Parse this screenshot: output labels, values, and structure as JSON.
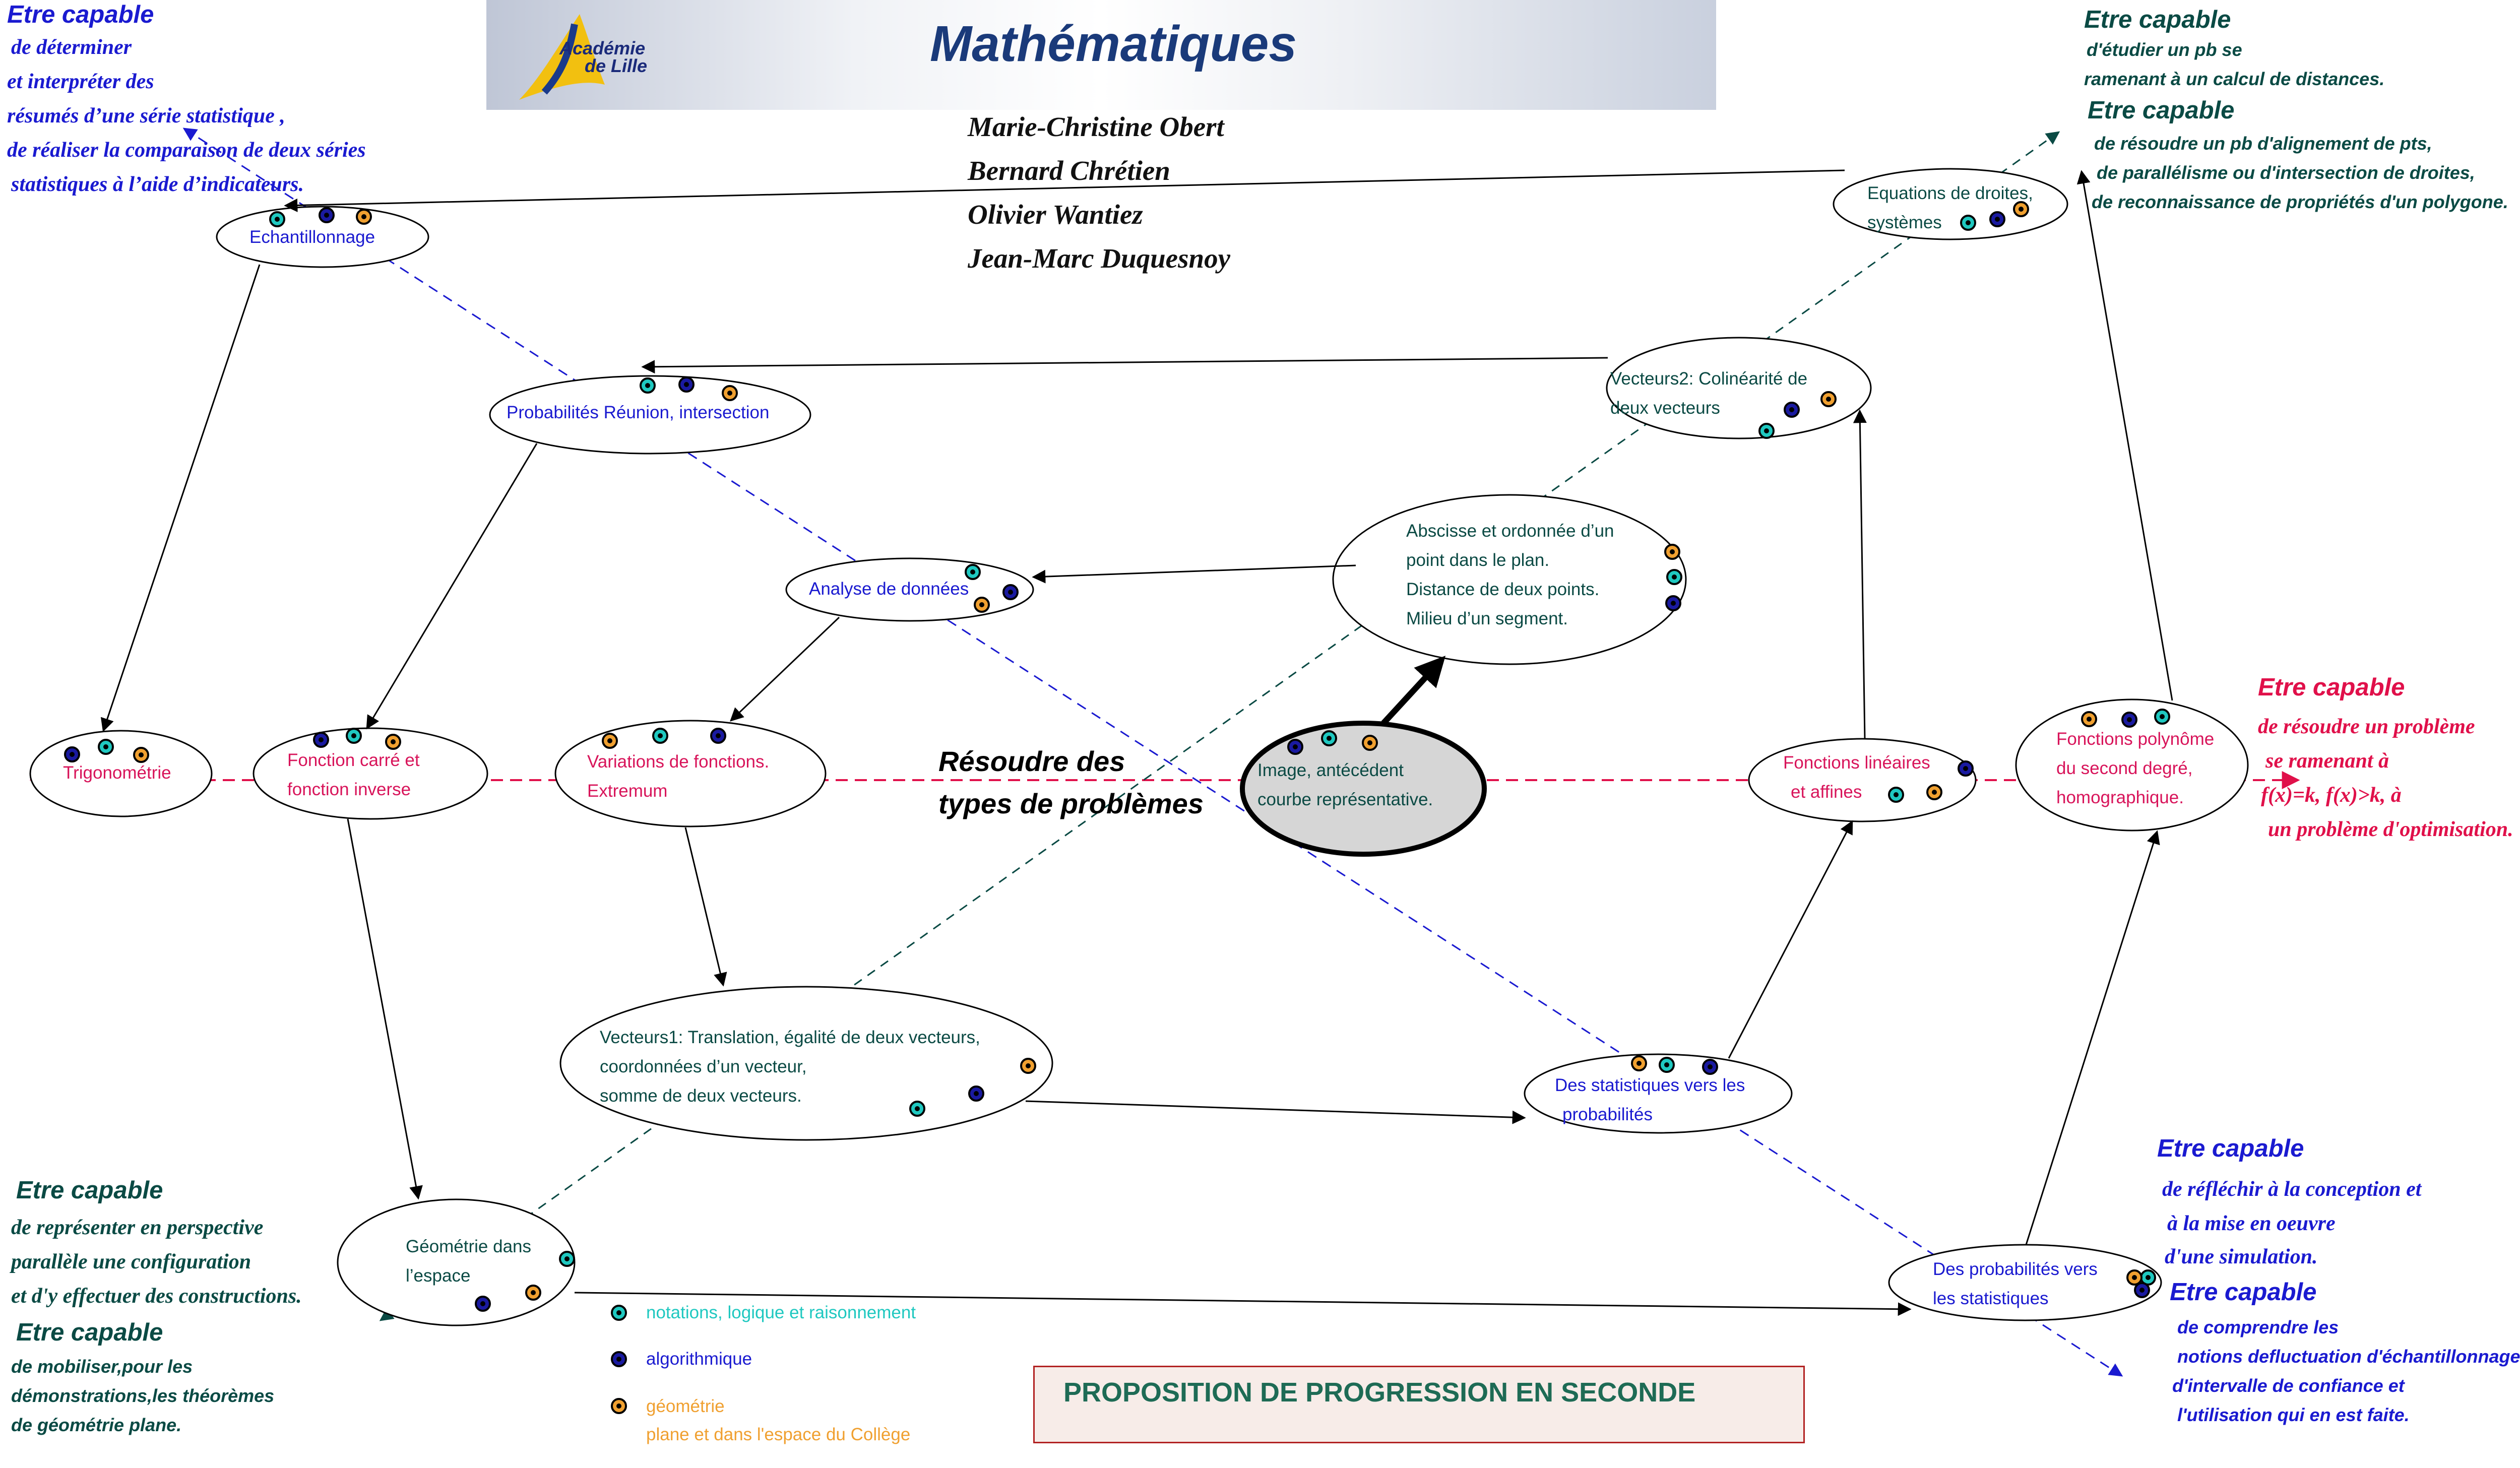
{
  "header": {
    "logo_text": "Académie de Lille",
    "title": "Mathématiques"
  },
  "authors": [
    "Marie-Christine Obert",
    "Bernard Chrétien",
    "Olivier Wantiez",
    "Jean-Marc Duquesnoy"
  ],
  "center_label": [
    "Résoudre des",
    "types de problèmes"
  ],
  "nodes": {
    "echantillonnage": [
      "Echantillonnage"
    ],
    "probabilites": [
      "Probabilités Réunion, intersection"
    ],
    "analyse": [
      "Analyse de données"
    ],
    "trigonometrie": [
      "Trigonométrie"
    ],
    "fonction_carre": [
      "Fonction carré et",
      "fonction inverse"
    ],
    "variations": [
      "Variations de fonctions.",
      "Extremum"
    ],
    "image": [
      "Image, antécédent",
      "courbe représentative."
    ],
    "abscisse": [
      "Abscisse et ordonnée d’un",
      "point dans le plan.",
      "Distance de deux points.",
      "Milieu d’un segment."
    ],
    "vecteurs2": [
      "Vecteurs2: Colinéarité de",
      "deux vecteurs"
    ],
    "equations": [
      "Equations de droites,",
      "systèmes"
    ],
    "fonctions_lineaires": [
      "Fonctions linéaires",
      "et affines"
    ],
    "polynome": [
      "Fonctions polynôme",
      "du second degré,",
      "homographique."
    ],
    "vecteurs1": [
      "Vecteurs1: Translation, égalité de deux vecteurs,",
      "coordonnées d’un vecteur,",
      "somme de deux vecteurs."
    ],
    "stats_proba": [
      "Des statistiques vers les",
      "probabilités"
    ],
    "geometrie": [
      "Géométrie dans",
      "l’espace"
    ],
    "proba_stats": [
      "Des probabilités vers",
      "les statistiques"
    ]
  },
  "capables": {
    "top_left": {
      "title": "Etre capable",
      "lines": [
        "de déterminer",
        "et interpréter des",
        "résumés d’une série statistique ,",
        "de réaliser la comparaison de deux séries",
        "statistiques à l’aide d’indicateurs."
      ]
    },
    "top_right_1": {
      "title": "Etre capable",
      "lines": [
        "d'étudier un pb se",
        "ramenant à un calcul de distances."
      ]
    },
    "top_right_2": {
      "title": "Etre capable",
      "lines": [
        "de résoudre un pb d'alignement de pts,",
        "de parallélisme ou d'intersection de droites,",
        "de reconnaissance de propriétés d'un polygone."
      ]
    },
    "right_middle": {
      "title": "Etre capable",
      "lines": [
        "de résoudre un problème",
        "se ramenant à",
        "f(x)=k, f(x)>k, à",
        "un problème d'optimisation."
      ]
    },
    "bottom_right_1": {
      "title": "Etre capable",
      "lines": [
        "de réfléchir à la conception et",
        "à la mise en oeuvre",
        "d'une simulation."
      ]
    },
    "bottom_right_2": {
      "title": "Etre capable",
      "lines": [
        "de comprendre les",
        "notions defluctuation d'échantillonnage,",
        "d'intervalle de confiance et",
        "l'utilisation qui en est faite."
      ]
    },
    "bottom_left_1": {
      "title": "Etre capable",
      "lines": [
        "de représenter en perspective",
        "parallèle une configuration",
        "et d'y effectuer des constructions."
      ]
    },
    "bottom_left_2": {
      "title": "Etre capable",
      "lines": [
        "de mobiliser,pour les",
        "démonstrations,les théorèmes",
        "de géométrie plane."
      ]
    }
  },
  "legend": [
    {
      "icon": "cyan-dot-icon",
      "label": "notations, logique et raisonnement"
    },
    {
      "icon": "blue-dot-icon",
      "label": "algorithmique"
    },
    {
      "icon": "orange-dot-icon",
      "label": "géométrie",
      "label2": "plane et dans l'espace du Collège"
    }
  ],
  "footer_title": "PROPOSITION DE PROGRESSION EN SECONDE",
  "colors": {
    "cyan": "#1fc8c0",
    "blue": "#1a1aa0",
    "orange": "#f0a030",
    "blue_text": "#1a1ad0",
    "red_text": "#e0104a",
    "teal_text": "#0a4a44",
    "node_teal": "#0b4a44",
    "node_red": "#d8145a",
    "node_blue": "#1a1ad0",
    "title_red": "#b22222",
    "title_green": "#1e6b55"
  }
}
